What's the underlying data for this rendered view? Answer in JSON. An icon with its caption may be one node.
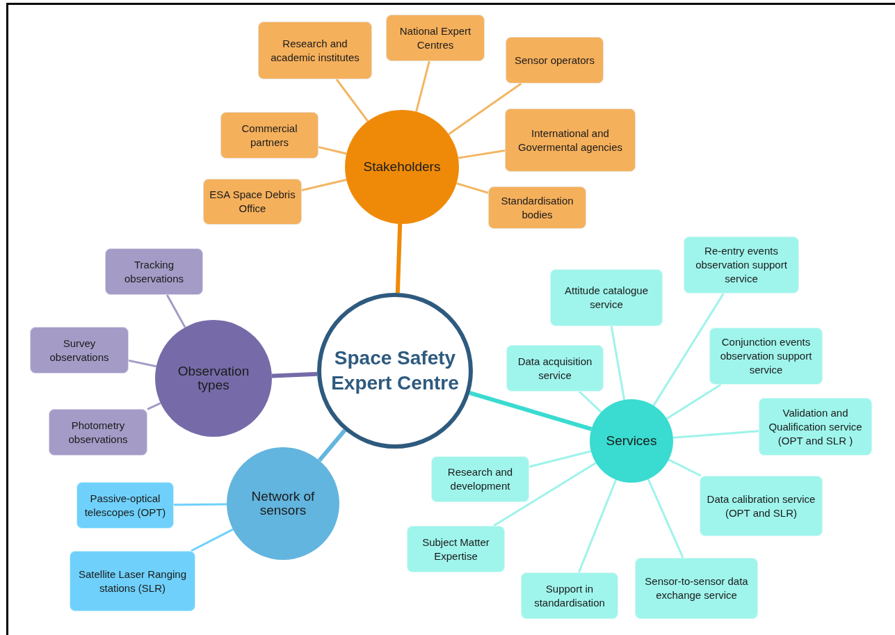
{
  "diagram": {
    "nodes": [
      {
        "text": [
          "Space Safety Expert Centre"
        ]
      },
      {
        "text": [
          "Stakeholders"
        ]
      },
      {
        "text": [
          "Research and academic institutes"
        ]
      },
      {
        "text": [
          "National Expert Centres"
        ]
      },
      {
        "text": [
          "Sensor operators"
        ]
      },
      {
        "text": [
          "Commercial partners"
        ]
      },
      {
        "text": [
          "International and Govermental agencies"
        ]
      },
      {
        "text": [
          "ESA Space Debris Office"
        ]
      },
      {
        "text": [
          "Standardisation bodies"
        ]
      },
      {
        "text": [
          "Observation types"
        ]
      },
      {
        "text": [
          "Tracking observations"
        ]
      },
      {
        "text": [
          "Survey observations"
        ]
      },
      {
        "text": [
          "Photometry observations"
        ]
      },
      {
        "text": [
          "Network of sensors"
        ]
      },
      {
        "text": [
          "Passive-optical telescopes (OPT)"
        ]
      },
      {
        "text": [
          "Satellite Laser Ranging stations (SLR)"
        ]
      },
      {
        "text": [
          "Services"
        ]
      },
      {
        "text": [
          "Re-entry events observation support service"
        ]
      },
      {
        "text": [
          "Attitude catalogue service"
        ]
      },
      {
        "text": [
          "Data acquisition service"
        ]
      },
      {
        "text": [
          "Conjunction events observation support service"
        ]
      },
      {
        "text": [
          "Validation and Qualification service (OPT and SLR )"
        ]
      },
      {
        "text": [
          "Research and development"
        ]
      },
      {
        "text": [
          "Data calibration service (OPT and SLR)"
        ]
      },
      {
        "text": [
          "Subject Matter Expertise"
        ]
      },
      {
        "text": [
          "Support in standardisation"
        ]
      },
      {
        "text": [
          "Sensor-to-sensor data exchange service"
        ]
      }
    ],
    "edges": [
      {
        "from": 0,
        "to": 1,
        "arrow": "none",
        "style": "thick",
        "color": "#ef8a08"
      },
      {
        "from": 0,
        "to": 9,
        "arrow": "none",
        "style": "thick",
        "color": "#766ba8"
      },
      {
        "from": 0,
        "to": 13,
        "arrow": "none",
        "style": "thick",
        "color": "#62b5de"
      },
      {
        "from": 0,
        "to": 16,
        "arrow": "none",
        "style": "thick",
        "color": "#3adbd0"
      },
      {
        "from": 1,
        "to": 2,
        "arrow": "none",
        "color": "#f3b664"
      },
      {
        "from": 1,
        "to": 3,
        "arrow": "none",
        "color": "#f3b664"
      },
      {
        "from": 1,
        "to": 4,
        "arrow": "none",
        "color": "#f3b664"
      },
      {
        "from": 1,
        "to": 5,
        "arrow": "none",
        "color": "#f3b664"
      },
      {
        "from": 1,
        "to": 6,
        "arrow": "none",
        "color": "#f3b664"
      },
      {
        "from": 1,
        "to": 7,
        "arrow": "none",
        "color": "#f3b664"
      },
      {
        "from": 1,
        "to": 8,
        "arrow": "none",
        "color": "#f3b664"
      },
      {
        "from": 9,
        "to": 10,
        "arrow": "none",
        "color": "#a49cc7"
      },
      {
        "from": 9,
        "to": 11,
        "arrow": "none",
        "color": "#a49cc7"
      },
      {
        "from": 9,
        "to": 12,
        "arrow": "none",
        "color": "#a49cc7"
      },
      {
        "from": 13,
        "to": 14,
        "arrow": "none",
        "color": "#6fd1fb"
      },
      {
        "from": 13,
        "to": 15,
        "arrow": "none",
        "color": "#6fd1fb"
      },
      {
        "from": 16,
        "to": 17,
        "arrow": "none"
      },
      {
        "from": 16,
        "to": 18,
        "arrow": "none"
      },
      {
        "from": 16,
        "to": 19,
        "arrow": "none"
      },
      {
        "from": 16,
        "to": 20,
        "arrow": "none"
      },
      {
        "from": 16,
        "to": 21,
        "arrow": "none"
      },
      {
        "from": 16,
        "to": 22,
        "arrow": "none"
      },
      {
        "from": 16,
        "to": 23,
        "arrow": "none"
      },
      {
        "from": 16,
        "to": 24,
        "arrow": "none"
      },
      {
        "from": 16,
        "to": 25,
        "arrow": "none"
      },
      {
        "from": 16,
        "to": 26,
        "arrow": "none"
      }
    ]
  }
}
